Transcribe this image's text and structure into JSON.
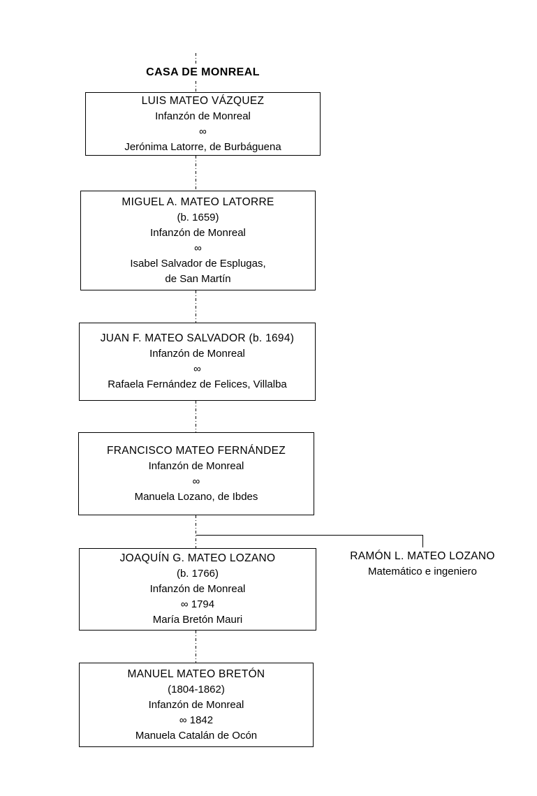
{
  "title": "CASA DE MONREAL",
  "colors": {
    "background": "#ffffff",
    "line": "#000000",
    "text": "#000000"
  },
  "boxes": [
    {
      "lines": [
        "LUIS MATEO VÁZQUEZ",
        "Infanzón de Monreal",
        "∞",
        "Jerónima Latorre, de Burbáguena"
      ]
    },
    {
      "lines": [
        "MIGUEL A. MATEO LATORRE",
        "(b. 1659)",
        "Infanzón de Monreal",
        "∞",
        "Isabel Salvador de Esplugas,",
        "de San Martín"
      ]
    },
    {
      "lines": [
        "JUAN F. MATEO SALVADOR (b. 1694)",
        "Infanzón de Monreal",
        "∞",
        "Rafaela Fernández de Felices, Villalba"
      ]
    },
    {
      "lines": [
        "FRANCISCO MATEO FERNÁNDEZ",
        "Infanzón de Monreal",
        "∞",
        "Manuela Lozano, de Ibdes"
      ]
    },
    {
      "lines": [
        "JOAQUÍN G. MATEO LOZANO",
        "(b. 1766)",
        "Infanzón de Monreal",
        "∞ 1794",
        "María Bretón Mauri"
      ]
    },
    {
      "lines": [
        "MANUEL MATEO BRETÓN",
        "(1804-1862)",
        "Infanzón de Monreal",
        "∞ 1842",
        "Manuela Catalán de Ocón"
      ]
    }
  ],
  "side_branch": {
    "lines": [
      "RAMÓN L. MATEO LOZANO",
      "Matemático e ingeniero"
    ]
  }
}
